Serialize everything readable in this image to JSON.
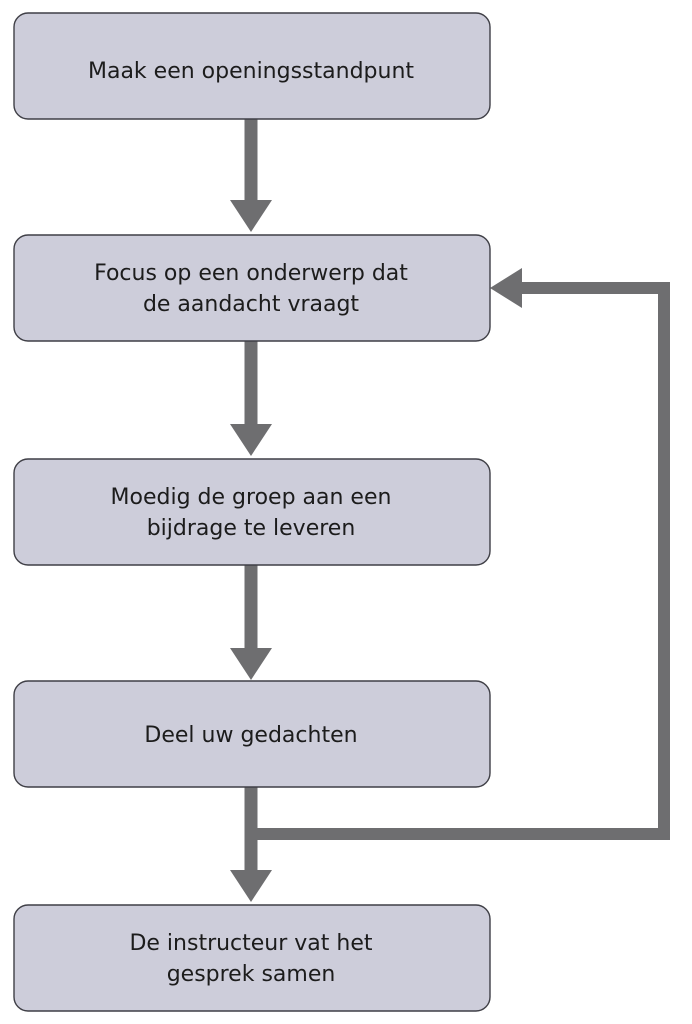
{
  "flowchart": {
    "steps": [
      {
        "lines": [
          "Maak een openingsstandpunt"
        ]
      },
      {
        "lines": [
          "Focus op een onderwerp dat",
          "de aandacht vraagt"
        ]
      },
      {
        "lines": [
          "Moedig de groep aan een",
          "bijdrage te leveren"
        ]
      },
      {
        "lines": [
          "Deel uw gedachten"
        ]
      },
      {
        "lines": [
          "De instructeur vat het",
          "gesprek samen"
        ]
      }
    ],
    "loop": {
      "from_step": 4,
      "to_step": 2
    },
    "colors": {
      "box_fill": "#cdcdda",
      "box_border": "#3f3f46",
      "arrow": "#6e6e70",
      "text": "#1c1c1c"
    }
  }
}
